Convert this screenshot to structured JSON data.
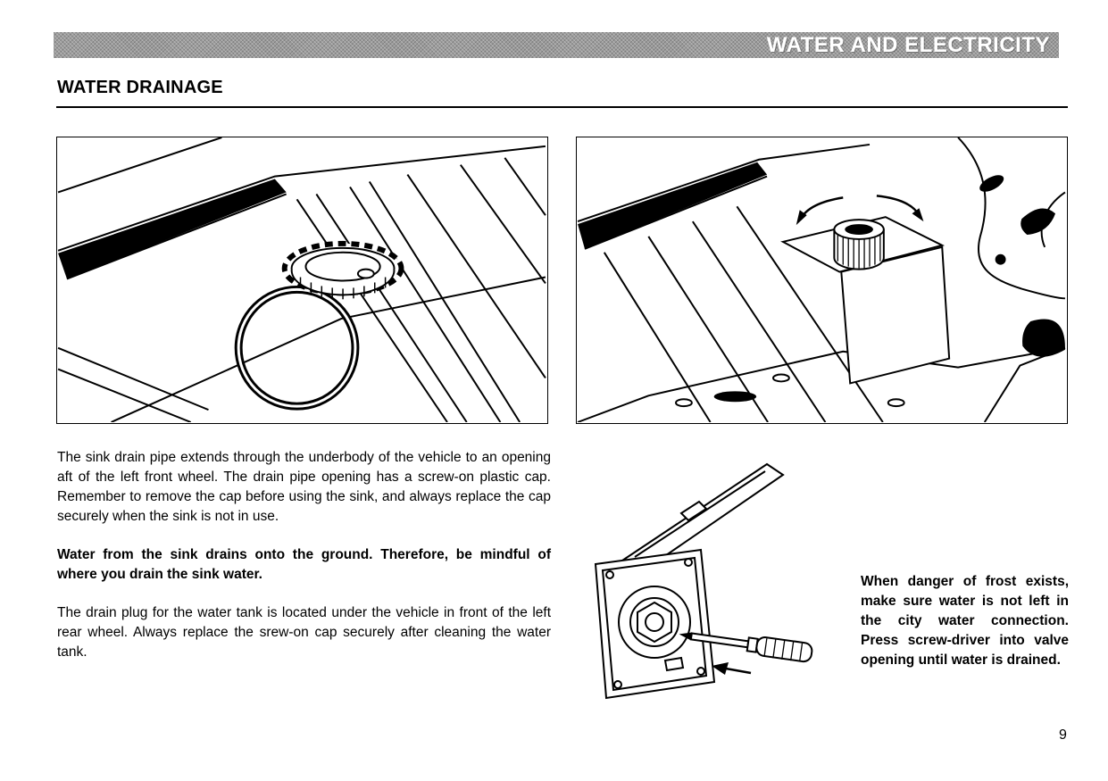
{
  "header": {
    "banner_title": "WATER AND ELECTRICITY",
    "section_title": "WATER DRAINAGE"
  },
  "body": {
    "paragraph_1": "The sink drain pipe extends through the underbody of the vehicle to an opening aft of the left front wheel. The drain pipe opening has a screw-on plastic cap. Remember to remove the cap before using the sink, and always replace the cap securely when the sink is not in use.",
    "paragraph_2_bold": "Water from the sink drains onto the ground. Therefore, be mindful of where you drain the sink water.",
    "paragraph_3": "The drain plug for the water tank is located under the vehicle in front of the left rear wheel. Always replace the srew-on cap securely after cleaning the water tank.",
    "frost_warning": "When danger of frost exists, make sure water is not left in the city water connection. Press screw-driver into valve opening until water is drained."
  },
  "figures": {
    "figure_1_name": "underbody-sink-drain-cap-illustration",
    "figure_2_name": "water-tank-drain-valve-illustration",
    "figure_3_name": "city-water-connection-screwdriver-illustration"
  },
  "footer": {
    "page_number": "9"
  }
}
